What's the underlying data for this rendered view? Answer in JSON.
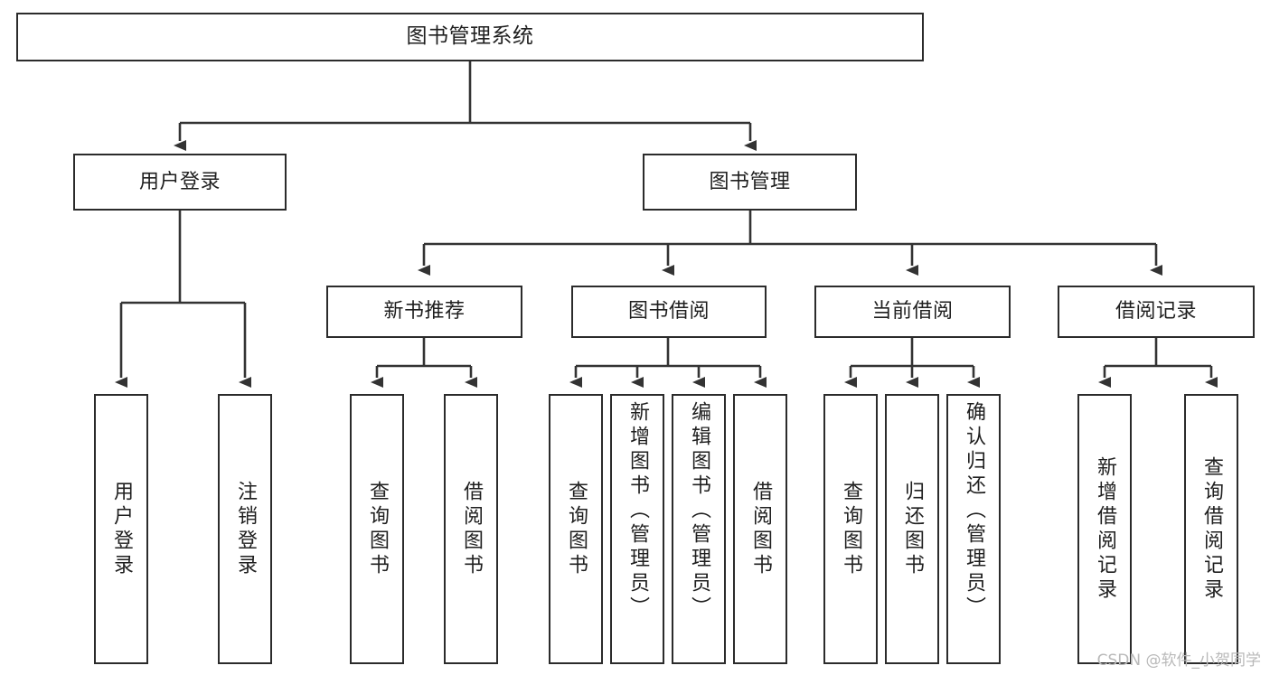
{
  "diagram": {
    "type": "tree-hierarchy",
    "title": "图书管理系统",
    "orientation": "top-down",
    "root": {
      "id": "root",
      "label": "图书管理系统",
      "text_orientation": "horizontal"
    },
    "level1": [
      {
        "id": "user-login",
        "label": "用户登录",
        "text_orientation": "horizontal"
      },
      {
        "id": "book-management",
        "label": "图书管理",
        "text_orientation": "horizontal"
      }
    ],
    "level2": [
      {
        "id": "new-book-recommend",
        "label": "新书推荐",
        "parent": "book-management",
        "text_orientation": "horizontal"
      },
      {
        "id": "book-borrow",
        "label": "图书借阅",
        "parent": "book-management",
        "text_orientation": "horizontal"
      },
      {
        "id": "current-borrow",
        "label": "当前借阅",
        "parent": "book-management",
        "text_orientation": "horizontal"
      },
      {
        "id": "borrow-records",
        "label": "借阅记录",
        "parent": "book-management",
        "text_orientation": "horizontal"
      }
    ],
    "leaves": [
      {
        "id": "leaf-user-login",
        "label": "用户登录",
        "parent": "user-login",
        "text_orientation": "vertical"
      },
      {
        "id": "leaf-logout",
        "label": "注销登录",
        "parent": "user-login",
        "text_orientation": "vertical"
      },
      {
        "id": "leaf-query-book-1",
        "label": "查询图书",
        "parent": "new-book-recommend",
        "text_orientation": "vertical"
      },
      {
        "id": "leaf-borrow-book-1",
        "label": "借阅图书",
        "parent": "new-book-recommend",
        "text_orientation": "vertical"
      },
      {
        "id": "leaf-query-book-2",
        "label": "查询图书",
        "parent": "book-borrow",
        "text_orientation": "vertical"
      },
      {
        "id": "leaf-add-book",
        "label": "新增图书（管理员）",
        "parent": "book-borrow",
        "text_orientation": "vertical"
      },
      {
        "id": "leaf-edit-book",
        "label": "编辑图书（管理员）",
        "parent": "book-borrow",
        "text_orientation": "vertical"
      },
      {
        "id": "leaf-borrow-book-2",
        "label": "借阅图书",
        "parent": "book-borrow",
        "text_orientation": "vertical"
      },
      {
        "id": "leaf-query-book-3",
        "label": "查询图书",
        "parent": "current-borrow",
        "text_orientation": "vertical"
      },
      {
        "id": "leaf-return-book",
        "label": "归还图书",
        "parent": "current-borrow",
        "text_orientation": "vertical"
      },
      {
        "id": "leaf-confirm-return",
        "label": "确认归还（管理员）",
        "parent": "current-borrow",
        "text_orientation": "vertical"
      },
      {
        "id": "leaf-add-record",
        "label": "新增借阅记录",
        "parent": "borrow-records",
        "text_orientation": "vertical"
      },
      {
        "id": "leaf-query-record",
        "label": "查询借阅记录",
        "parent": "borrow-records",
        "text_orientation": "vertical"
      }
    ]
  },
  "watermark": {
    "text": "CSDN @软件_小贺同学"
  },
  "colors": {
    "box_border": "#2b2b2b",
    "box_fill": "#ffffff",
    "text": "#1f1f1f",
    "edge": "#333333",
    "background": "#ffffff",
    "watermark": "#b9b9b9"
  }
}
